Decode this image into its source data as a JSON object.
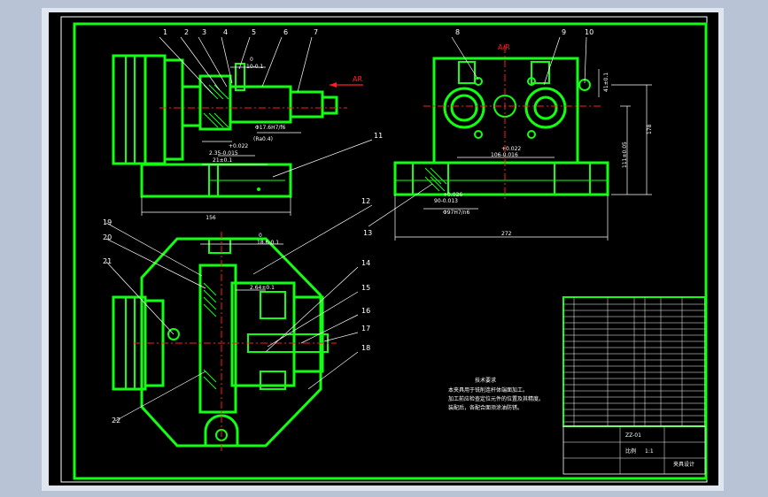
{
  "colors": {
    "window_bg": "#b8c4d6",
    "frame_bg": "#dfe6ef",
    "canvas_bg": "#000000",
    "outline": "#12ff12",
    "dims": "#ffffff",
    "accent": "#ff2020"
  },
  "callouts_top": [
    "1",
    "2",
    "3",
    "4",
    "5",
    "6",
    "7"
  ],
  "callouts_right": [
    "8",
    "9",
    "10"
  ],
  "callouts_mid": [
    "11",
    "12",
    "13",
    "14",
    "15",
    "16",
    "17",
    "18",
    "19",
    "20",
    "21",
    "22"
  ],
  "labels": {
    "air_left": "AR",
    "air_right": "A/R",
    "dim_10": "10-0.1",
    "dim_17": "Φ17.6H7/f6",
    "dim_235_a": "+0.022",
    "dim_235_b": "2.35-0.015",
    "dim_21": "21±0.1",
    "dim_0": "0",
    "dim_156": "156",
    "dim_106_a": "+0.022",
    "dim_106_b": "106-0.016",
    "dim_111": "111±0.05",
    "dim_178": "178",
    "dim_41": "41±0.1",
    "dim_90_a": "+0.026",
    "dim_90_b": "90-0.013",
    "dim_97": "Φ97H7/n6",
    "dim_272": "272",
    "dim_186": "18.6-0.1",
    "dim_264": "2.64±0.1"
  },
  "notes": [
    "技术要求",
    "本夹具用于铣削连杆体端面加工。",
    "加工前应检查定位元件的位置及其精度。",
    "装配后，各配合面须涂油防锈。"
  ],
  "title_block": {
    "drawing_title": "夹具设计",
    "drawing_no": "ZZ-01",
    "scale_label": "比例",
    "scale_value": "1:1"
  }
}
